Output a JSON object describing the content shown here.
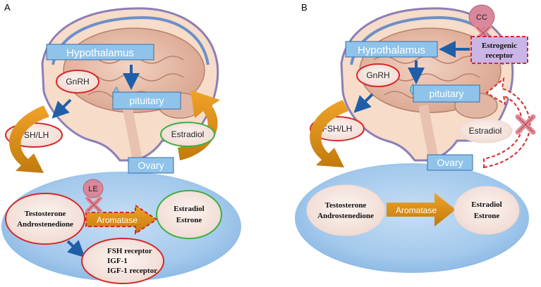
{
  "panel_a": {
    "letter": "A",
    "hypothalamus": "Hypothalamus",
    "pituitary": "pituitary",
    "gnrh": "GnRH",
    "fsh_lh": "FSH/LH",
    "estradiol": "Estradiol",
    "ovary": "Ovary",
    "le": "LE",
    "testosterone": "Testosterone",
    "androstenedione": "Androstenedione",
    "aromatase": "Aromatase",
    "estradiol_product": "Estradiol",
    "estrone": "Estrone",
    "fsh_receptor": "FSH receptor",
    "igf1": "IGF-1",
    "igf1_receptor": "IGF-1 receptor"
  },
  "panel_b": {
    "letter": "B",
    "cc": "CC",
    "estrogenic": "Estrogenic",
    "receptor": "receptor",
    "hypothalamus": "Hypothalamus",
    "pituitary": "pituitary",
    "gnrh": "GnRH",
    "fsh_lh": "FSH/LH",
    "estradiol": "Estradiol",
    "ovary": "Ovary",
    "testosterone": "Testosterone",
    "androstenedione": "Androstenedione",
    "aromatase": "Aromatase",
    "estradiol_product": "Estradiol",
    "estrone": "Estrone"
  },
  "colors": {
    "label_box_fill": "#8fc3ea",
    "label_box_border": "#3a6ea5",
    "red_outline": "#d62828",
    "green_outline": "#3cb043",
    "dark_blue_arrow": "#1f5fa8",
    "orange_arrow": "#d98a14",
    "ovary_fill": "#9cc4ea",
    "pink_node": "#d9879a",
    "receptor_fill": "#c9b5e6"
  }
}
